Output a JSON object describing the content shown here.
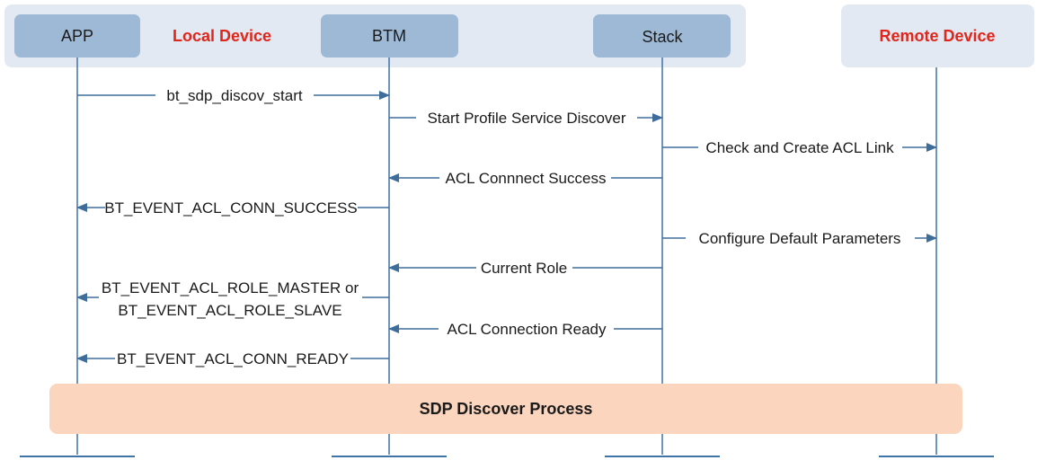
{
  "groups": {
    "local": "Local Device",
    "remote": "Remote Device"
  },
  "actors": {
    "app": "APP",
    "btm": "BTM",
    "stack": "Stack"
  },
  "messages": [
    "bt_sdp_discov_start",
    "Start Profile Service Discover",
    "Check and Create ACL Link",
    "ACL Connnect Success",
    "BT_EVENT_ACL_CONN_SUCCESS",
    "Configure Default Parameters",
    "Current Role",
    "BT_EVENT_ACL_ROLE_MASTER or",
    "BT_EVENT_ACL_ROLE_SLAVE",
    "ACL Connection Ready",
    "BT_EVENT_ACL_CONN_READY"
  ],
  "process": "SDP Discover Process",
  "colors": {
    "group_bg": "#e3e9f2",
    "actor_box": "#9db9d6",
    "group_label": "#e0261b",
    "lifeline": "#3e74a6",
    "arrow": "#3e6d9c",
    "process_fill": "#fbd5bd"
  }
}
